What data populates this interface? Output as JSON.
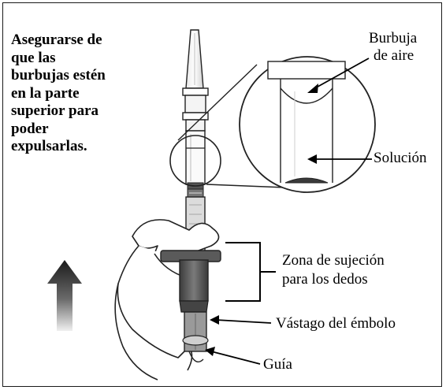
{
  "instruction_lines": [
    "Asegurarse de",
    "que las",
    "burbujas estén",
    "en la parte",
    "superior para",
    "poder",
    "expulsarlas."
  ],
  "labels": {
    "air_bubble_line1": "Burbuja",
    "air_bubble_line2": "de aire",
    "solution": "Solución",
    "finger_grip_line1": "Zona de sujeción",
    "finger_grip_line2": "para los dedos",
    "plunger_rod": "Vástago del émbolo",
    "guide": "Guía"
  },
  "colors": {
    "border": "#1a1a1a",
    "text": "#000000",
    "syringe_dark": "#5a5a5a",
    "syringe_light": "#cfcfcf",
    "arrow_gradient_top": "#1a1a1a",
    "arrow_gradient_bottom": "#e6e6e6"
  },
  "icons": {
    "direction_arrow": "up-arrow-icon"
  }
}
